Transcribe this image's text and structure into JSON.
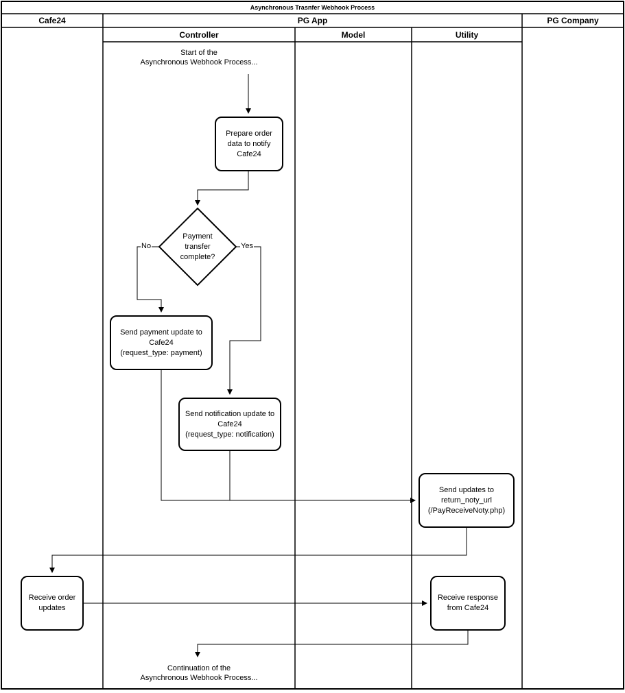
{
  "title": "Asynchronous Trasnfer Webhook Process",
  "lanes": {
    "cafe24": "Cafe24",
    "pg_app": "PG App",
    "pg_company": "PG Company",
    "controller": "Controller",
    "model": "Model",
    "utility": "Utility"
  },
  "annotations": {
    "start": "Start of the\nAsynchronous Webhook Process...",
    "end": "Continuation of the\nAsynchronous Webhook Process..."
  },
  "nodes": {
    "prepare_order": "Prepare order\ndata to notify\nCafe24",
    "decision": "Payment\ntransfer\ncomplete?",
    "send_payment": "Send payment update to\nCafe24\n(request_type: payment)",
    "send_notification": "Send notification update to\nCafe24\n(request_type: notification)",
    "send_updates": "Send updates to\nreturn_noty_url\n(/PayReceiveNoty.php)",
    "receive_order": "Receive order\nupdates",
    "receive_response": "Receive response\nfrom Cafe24"
  },
  "edge_labels": {
    "no": "No",
    "yes": "Yes"
  },
  "colors": {
    "line": "#000000",
    "node_fill": "#ffffff"
  }
}
